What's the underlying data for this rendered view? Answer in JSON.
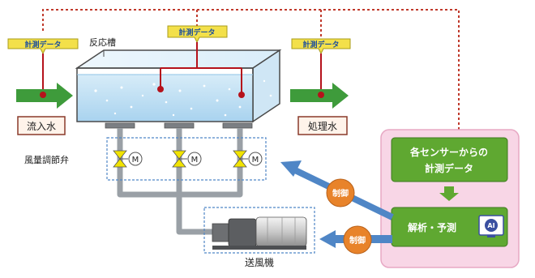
{
  "labels": {
    "sensor_left": "計測データ",
    "sensor_center": "計測データ",
    "sensor_right": "計測データ",
    "tank": "反応槽",
    "inflow": "流入水",
    "outflow": "処理水",
    "valve_group": "風量調節弁",
    "valve_m1": "M",
    "valve_m2": "M",
    "valve_m3": "M",
    "blower": "送風機",
    "panel_data_line1": "各センサーからの",
    "panel_data_line2": "計測データ",
    "panel_analysis": "解析・予測",
    "ai_badge": "AI",
    "control_upper": "制御",
    "control_lower": "制御"
  },
  "colors": {
    "dashed_red": "#c0392b",
    "tag_yellow": "#f3e04a",
    "tag_border": "#a89c1b",
    "tag_text": "#1d4f9c",
    "water_blue": "#bfe0f4",
    "tank_edge": "#4a4a4a",
    "green_arrow": "#3e9b3b",
    "sensor_red": "#b5121b",
    "pipe_gray": "#9aa0a6",
    "valve_yellow": "#f1e300",
    "label_box_border": "#8a3a2a",
    "label_box_fill": "#fff3ea",
    "panel_pink": "#f8d6e6",
    "panel_border": "#e7a8c4",
    "green_box": "#5fa831",
    "green_box_dark": "#3d7a1e",
    "blue_arrow": "#4f86c6",
    "orange_circle": "#e8832a",
    "ai_blue": "#3a4fa0"
  }
}
